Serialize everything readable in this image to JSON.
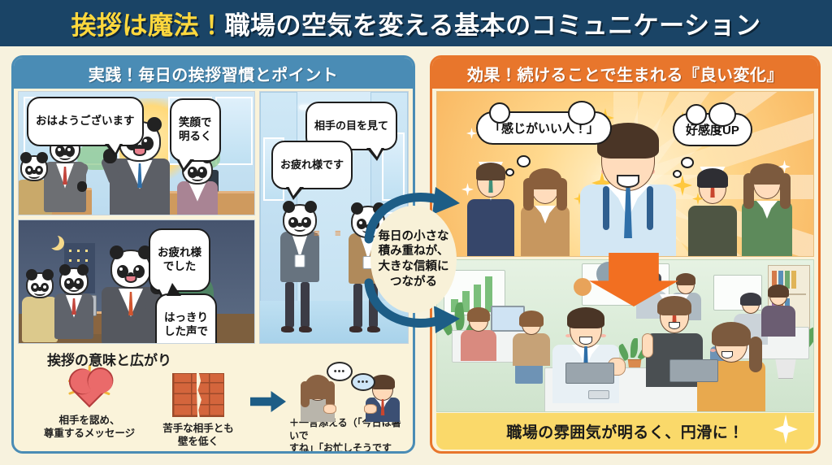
{
  "title": {
    "highlight": "挨拶は魔法！",
    "rest": "職場の空気を変える基本のコミュニケーション",
    "bg_color": "#1a4466",
    "highlight_color": "#ffd83d"
  },
  "left_panel": {
    "header": "実践！毎日の挨拶習慣とポイント",
    "header_color": "#4a8cb5",
    "border_color": "#4a8cb5",
    "scenes": {
      "morning": {
        "name": "朝のオフィス",
        "bubbles": [
          {
            "text": "おはようございます",
            "kind": "speech"
          },
          {
            "text": "笑顔で\n明るく",
            "kind": "speech"
          }
        ]
      },
      "evening": {
        "name": "夜のオフィス",
        "bubbles": [
          {
            "text": "お疲れ様\nでした",
            "kind": "speech"
          },
          {
            "text": "はっきり\nした声で",
            "kind": "speech"
          }
        ]
      },
      "hallway": {
        "name": "廊下ですれ違い",
        "bubbles": [
          {
            "text": "相手の目を見て",
            "kind": "speech"
          },
          {
            "text": "お疲れ様です",
            "kind": "speech"
          }
        ]
      }
    },
    "meaning": {
      "title": "挨拶の意味と広がり",
      "items": [
        {
          "icon": "heart-icon",
          "caption": "相手を認め、\n尊重するメッセージ"
        },
        {
          "icon": "brick-wall-icon",
          "caption": "苦手な相手とも\n壁を低く"
        },
        {
          "icon": "two-people-talking-icon",
          "caption": "＋一言添える（「今日は暑いで\nすね」「お忙しそうですね」）"
        }
      ],
      "arrow": "arrow-right-icon",
      "arrow_color": "#1d5d86"
    }
  },
  "connector": {
    "text": "毎日の小さな\n積み重ねが、\n大きな信頼に\nつながる",
    "arrow_color": "#1d5d86",
    "arrows": [
      "curved-arrow-up-right-icon",
      "curved-arrow-down-right-icon"
    ]
  },
  "right_panel": {
    "header": "効果！続けることで生まれる『良い変化』",
    "header_color": "#e8762c",
    "border_color": "#e8762c",
    "happy_scene": {
      "name": "好印象の人たち",
      "bubbles": [
        {
          "text": "「感じがいい人！」",
          "kind": "thought"
        },
        {
          "text": "好感度UP",
          "kind": "thought"
        }
      ],
      "background": "radial-burst-orange",
      "sparkles": "star-icon"
    },
    "transition_arrow": "arrow-down-icon",
    "transition_arrow_color": "#f26f21",
    "office_scene": {
      "name": "活気あるオフィス",
      "motif": "gear-icon"
    },
    "result_band": {
      "text": "職場の雰囲気が明るく、円滑に！",
      "bg_color": "#fad96a",
      "sparkle": "sparkle-icon"
    }
  }
}
